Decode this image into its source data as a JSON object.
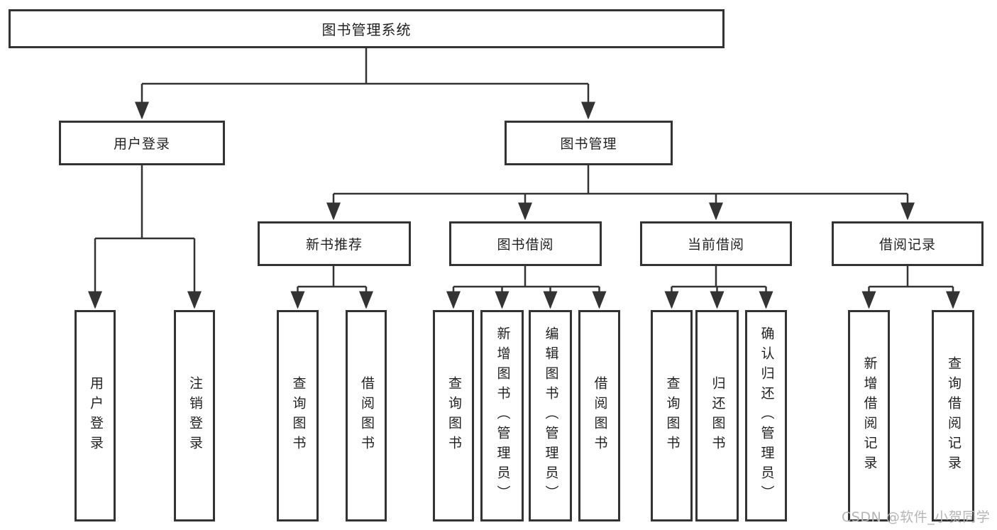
{
  "tree": {
    "root": "图书管理系统",
    "branches": [
      {
        "label": "用户登录",
        "children": [
          {
            "label": "用户登录"
          },
          {
            "label": "注销登录"
          }
        ]
      },
      {
        "label": "图书管理",
        "children": [
          {
            "label": "新书推荐",
            "children": [
              {
                "label": "查询图书"
              },
              {
                "label": "借阅图书"
              }
            ]
          },
          {
            "label": "图书借阅",
            "children": [
              {
                "label": "查询图书"
              },
              {
                "label": "新增图书（管理员）"
              },
              {
                "label": "编辑图书（管理员）"
              },
              {
                "label": "借阅图书"
              }
            ]
          },
          {
            "label": "当前借阅",
            "children": [
              {
                "label": "查询图书"
              },
              {
                "label": "归还图书"
              },
              {
                "label": "确认归还（管理员）"
              }
            ]
          },
          {
            "label": "借阅记录",
            "children": [
              {
                "label": "新增借阅记录"
              },
              {
                "label": "查询借阅记录"
              }
            ]
          }
        ]
      }
    ]
  },
  "watermark": "CSDN @软件_小贺同学",
  "colors": {
    "line": "#333333",
    "box_border": "#333333",
    "text": "#222222",
    "watermark": "#b5b5b5"
  }
}
